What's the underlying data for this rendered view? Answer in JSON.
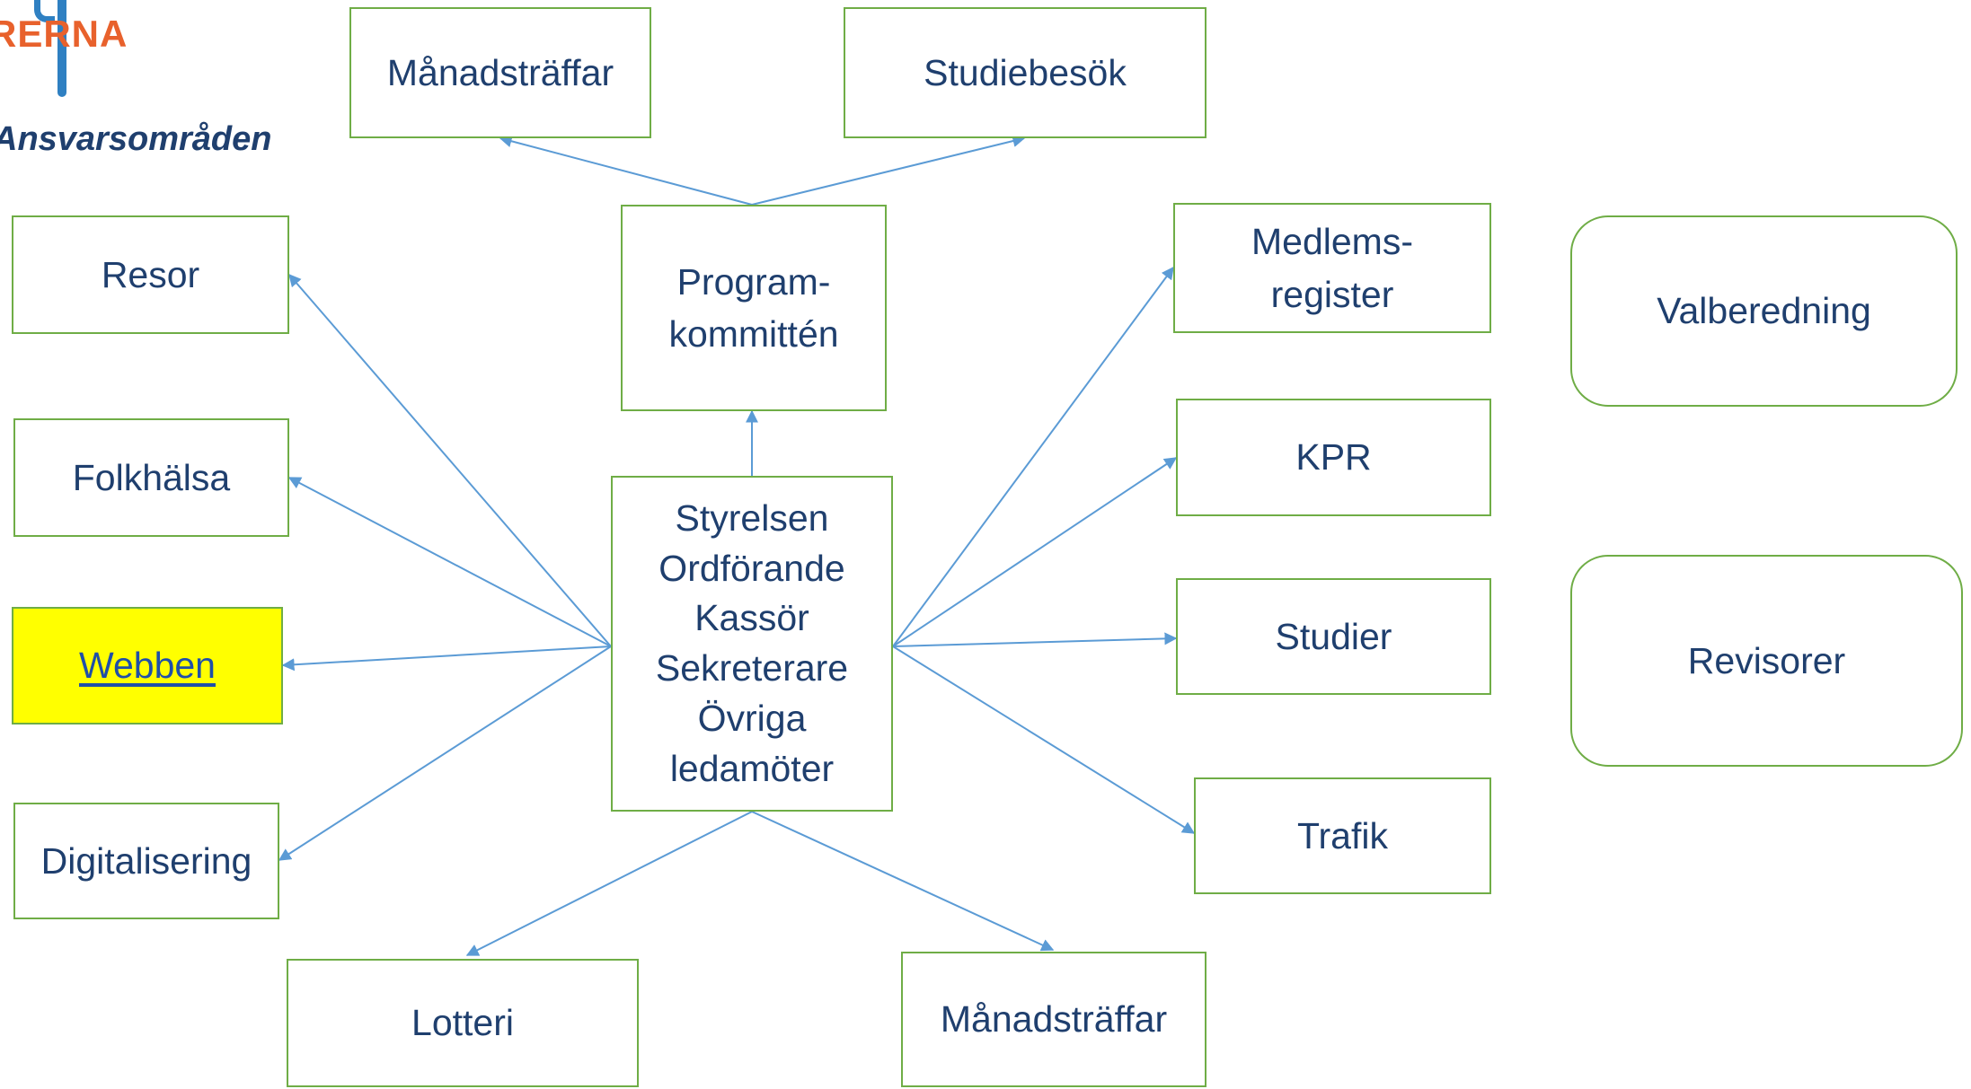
{
  "header": {
    "logo_text": "RERNA",
    "title": "Ansvarsområden"
  },
  "boxes": {
    "manadstraffar_top": "Månadsträffar",
    "studiebesok": "Studiebesök",
    "programkommitten": [
      "Program-",
      "kommittén"
    ],
    "resor": "Resor",
    "folkhalsa": "Folkhälsa",
    "webben": "Webben",
    "digitalisering": "Digitalisering",
    "styrelsen": [
      "Styrelsen",
      "Ordförande",
      "Kassör",
      "Sekreterare",
      "Övriga",
      "ledamöter"
    ],
    "medlemsregister": [
      "Medlems-",
      "register"
    ],
    "kpr": "KPR",
    "studier": "Studier",
    "trafik": "Trafik",
    "lotteri": "Lotteri",
    "manadstraffar_bottom": "Månadsträffar",
    "valberedning": "Valberedning",
    "revisorer": "Revisorer"
  },
  "colors": {
    "box_border": "#6fad46",
    "arrow": "#5b9bd5",
    "text": "#1f3f6e",
    "highlight": "#ffff00",
    "logo_orange": "#e8612c",
    "logo_blue": "#2f80c2"
  }
}
